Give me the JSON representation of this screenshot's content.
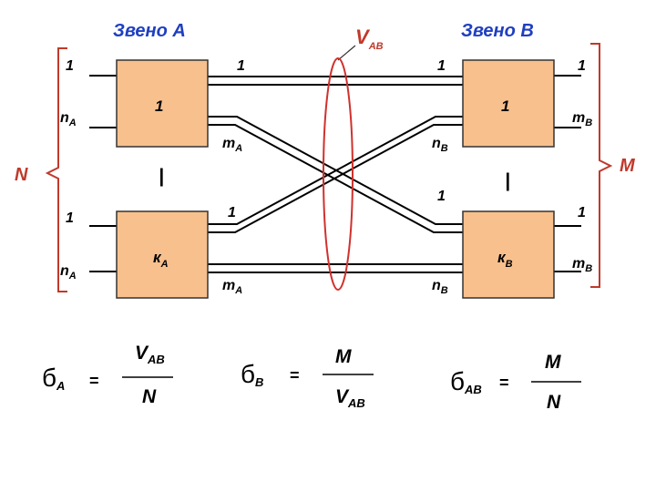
{
  "link_a": {
    "title": "Звено A"
  },
  "link_b": {
    "title": "Звено B"
  },
  "bundle": {
    "label": "V",
    "label_sub": "AB"
  },
  "brace_left": {
    "label": "N"
  },
  "brace_right": {
    "label": "M"
  },
  "box_a_top": {
    "label": "1"
  },
  "box_a_bottom": {
    "label": "к",
    "label_sub": "A"
  },
  "box_b_top": {
    "label": "1"
  },
  "box_b_bottom": {
    "label": "к",
    "label_sub": "B"
  },
  "ellipsis": "|",
  "ports": {
    "a_top_in_first": "1",
    "a_top_in_last": "n",
    "a_top_in_last_sub": "A",
    "a_bottom_in_first": "1",
    "a_bottom_in_last": "n",
    "a_bottom_in_last_sub": "A",
    "a_top_out_first": "1",
    "a_top_out_last": "m",
    "a_top_out_last_sub": "A",
    "a_bottom_out_first": "1",
    "a_bottom_out_last": "m",
    "a_bottom_out_last_sub": "A",
    "b_top_in_first": "1",
    "b_top_in_last": "n",
    "b_top_in_last_sub": "B",
    "b_bottom_in_first": "1",
    "b_bottom_in_last": "n",
    "b_bottom_in_last_sub": "B",
    "b_top_out_first": "1",
    "b_top_out_last": "m",
    "b_top_out_last_sub": "B",
    "b_bottom_out_first": "1",
    "b_bottom_out_last": "m",
    "b_bottom_out_last_sub": "B"
  },
  "formulas": [
    {
      "symbol": "б",
      "symbol_sub": "A",
      "eq": "=",
      "num": "V",
      "num_sub": "AB",
      "den": "N",
      "den_sub": ""
    },
    {
      "symbol": "б",
      "symbol_sub": "B",
      "eq": "=",
      "num": "M",
      "num_sub": "",
      "den": "V",
      "den_sub": "AB"
    },
    {
      "symbol": "б",
      "symbol_sub": "AB",
      "eq": "=",
      "num": "M",
      "num_sub": "",
      "den": "N",
      "den_sub": ""
    }
  ],
  "colors": {
    "accent_blue": "#1f3fbf",
    "accent_red": "#c0392b",
    "box_fill": "#f7c08d"
  }
}
